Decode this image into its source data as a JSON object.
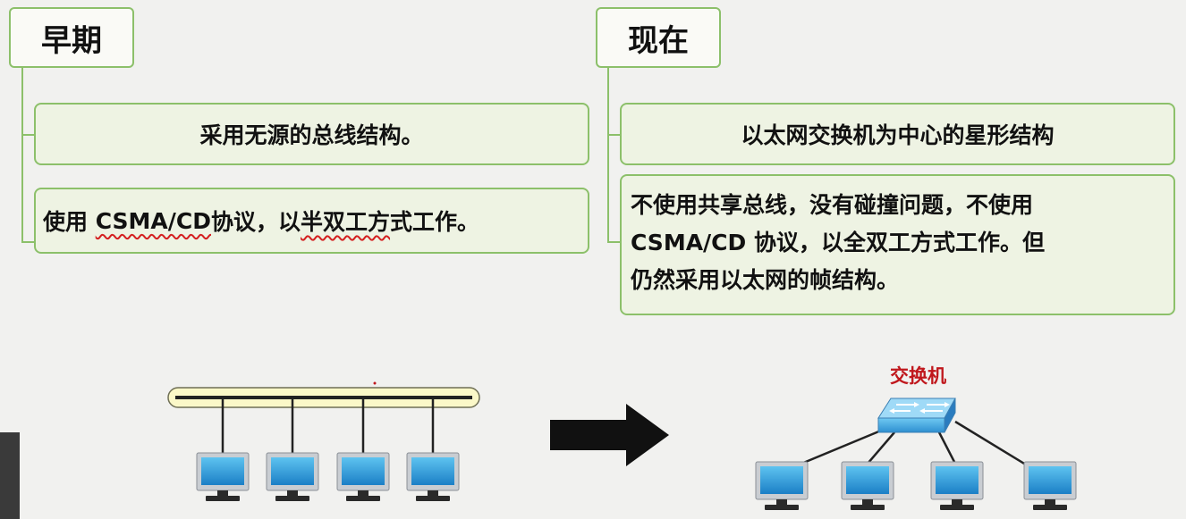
{
  "left": {
    "title": "早期",
    "item1": "采用无源的总线结构。",
    "item2_parts": [
      "使用 ",
      "CSMA/CD",
      " 协议，以",
      "半双工方",
      "式工作。"
    ]
  },
  "right": {
    "title": "现在",
    "item1": "以太网交换机为中心的星形结构",
    "item2_lines": [
      "不使用共享总线，没有碰撞问题，不使用",
      "CSMA/CD 协议，以全双工方式工作。但",
      "仍然采用以太网的帧结构。"
    ]
  },
  "diagram": {
    "switch_label": "交换机",
    "bus_computer_count": 4,
    "star_computer_count": 4
  },
  "colors": {
    "box_border": "#8cc06a",
    "box_fill": "#eef3e3",
    "switch_label": "#c0171c",
    "squiggle": "#d42020"
  }
}
